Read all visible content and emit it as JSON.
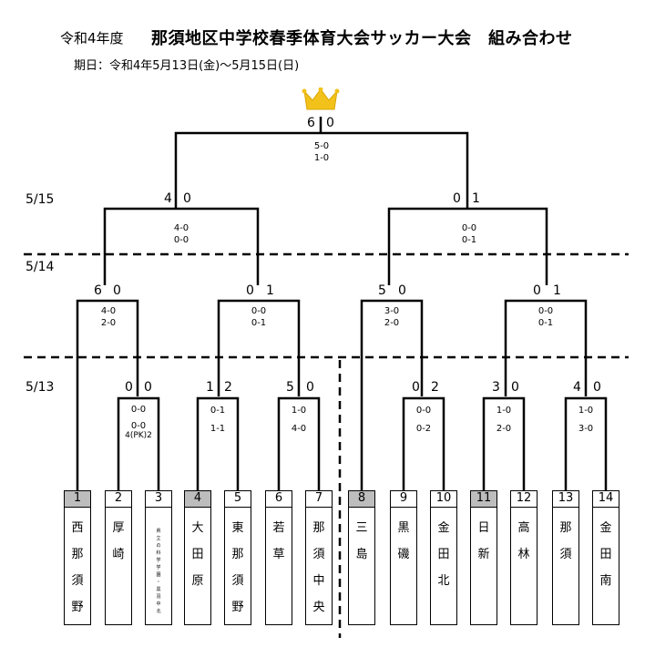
{
  "title_year": "令和4年度",
  "title_main": "那須地区中学校春季体育大会サッカー大会　組み合わせ",
  "period": "期日：令和4年5月13日(金)～5月15日(日)",
  "dates": {
    "d15": "5/15",
    "d14": "5/14",
    "d13": "5/13"
  },
  "final": {
    "left": "6",
    "right": "0",
    "detail1": "5-0",
    "detail2": "1-0"
  },
  "semis": {
    "left": {
      "a": "4",
      "b": "0",
      "detail1": "4-0",
      "detail2": "0-0"
    },
    "right": {
      "a": "0",
      "b": "1",
      "detail1": "0-0",
      "detail2": "0-1"
    }
  },
  "quarters": [
    {
      "a": "6",
      "b": "0",
      "detail1": "4-0",
      "detail2": "2-0"
    },
    {
      "a": "0",
      "b": "1",
      "detail1": "0-0",
      "detail2": "0-1"
    },
    {
      "a": "5",
      "b": "0",
      "detail1": "3-0",
      "detail2": "2-0"
    },
    {
      "a": "0",
      "b": "1",
      "detail1": "0-0",
      "detail2": "0-1"
    }
  ],
  "r1": [
    {
      "a": "0",
      "b": "0",
      "detail1": "0-0",
      "detail2": "0-0",
      "detail3": "4(PK)2"
    },
    {
      "a": "1",
      "b": "2",
      "detail1": "0-1",
      "detail2": "1-1"
    },
    {
      "a": "5",
      "b": "0",
      "detail1": "1-0",
      "detail2": "4-0"
    },
    {
      "a": "0",
      "b": "2",
      "detail1": "0-0",
      "detail2": "0-2"
    },
    {
      "a": "3",
      "b": "0",
      "detail1": "1-0",
      "detail2": "2-0"
    },
    {
      "a": "4",
      "b": "0",
      "detail1": "1-0",
      "detail2": "3-0"
    }
  ],
  "teams": [
    {
      "num": "1",
      "name": "西那須野"
    },
    {
      "num": "2",
      "name": "厚崎"
    },
    {
      "num": "3",
      "name": "県立の科学学園・黒羽中北"
    },
    {
      "num": "4",
      "name": "大田原"
    },
    {
      "num": "5",
      "name": "東那須野"
    },
    {
      "num": "6",
      "name": "若草"
    },
    {
      "num": "7",
      "name": "那須中央"
    },
    {
      "num": "8",
      "name": "三島"
    },
    {
      "num": "9",
      "name": "黒磯"
    },
    {
      "num": "10",
      "name": "金田北"
    },
    {
      "num": "11",
      "name": "日新"
    },
    {
      "num": "12",
      "name": "高林"
    },
    {
      "num": "13",
      "name": "那須"
    },
    {
      "num": "14",
      "name": "金田南"
    }
  ],
  "colors": {
    "seed_fill": "#bdbdbd",
    "crown": "#f2c21b"
  },
  "icons": {
    "crown": "crown-icon"
  }
}
